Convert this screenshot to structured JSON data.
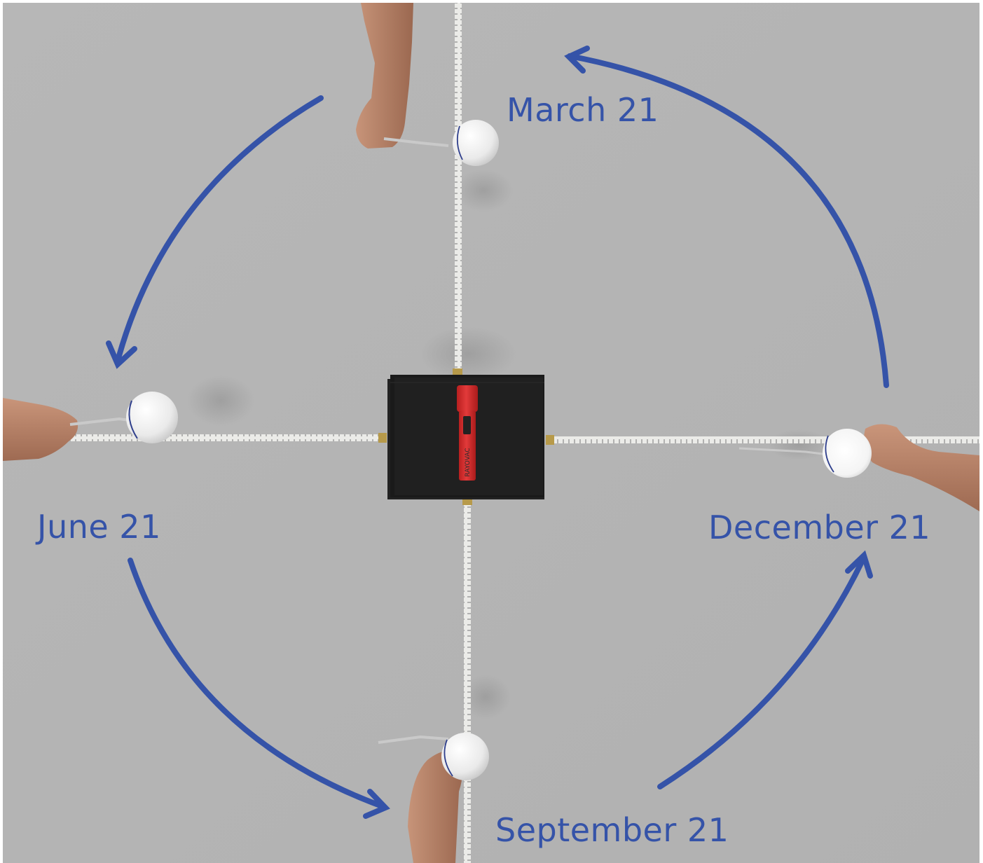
{
  "labels": {
    "march": "March 21",
    "june": "June 21",
    "september": "September 21",
    "december": "December 21"
  },
  "flashlight_text": "RAYOVAC",
  "colors": {
    "arrow": "#3553a8",
    "label": "#3553a8",
    "floor": "#b5b5b5",
    "box": "#1a1a1a",
    "flashlight": "#d42a2a",
    "ball": "#f2f2f2",
    "tape": "#ececea"
  }
}
